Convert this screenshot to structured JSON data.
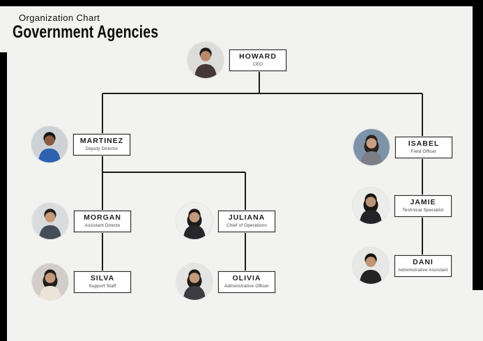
{
  "header": {
    "eyebrow": "Organization Chart",
    "title": "Government Agencies"
  },
  "colors": {
    "background": "#f2f2f0",
    "frame": "#000000",
    "connector": "#1a1a1a",
    "box_border": "#2e2e2e"
  },
  "nodes": [
    {
      "name": "HOWARD",
      "title": "CEO",
      "reports_to": null,
      "avatar": {
        "bg": "#dcdcda",
        "hair": "#1e1a18",
        "skin": "#b98a68",
        "suit": "#463836",
        "long_hair": "0"
      }
    },
    {
      "name": "MARTINEZ",
      "title": "Deputy Director",
      "reports_to": "HOWARD",
      "avatar": {
        "bg": "#cdd2d6",
        "hair": "#141210",
        "skin": "#8a5c40",
        "suit": "#2e62b0",
        "long_hair": "0"
      }
    },
    {
      "name": "ISABEL",
      "title": "Field Officer",
      "reports_to": "HOWARD",
      "avatar": {
        "bg": "#7e93a8",
        "hair": "#2b2320",
        "skin": "#c9a084",
        "suit": "#7a7e87",
        "long_hair": "1"
      }
    },
    {
      "name": "MORGAN",
      "title": "Assistant Directo",
      "reports_to": "MARTINEZ",
      "avatar": {
        "bg": "#d9dcde",
        "hair": "#23201d",
        "skin": "#c59a78",
        "suit": "#454d58",
        "long_hair": "0"
      }
    },
    {
      "name": "JULIANA",
      "title": "Chief of Operations",
      "reports_to": "MARTINEZ",
      "avatar": {
        "bg": "#efefed",
        "hair": "#1d1a18",
        "skin": "#c29a80",
        "suit": "#26262b",
        "long_hair": "1"
      }
    },
    {
      "name": "SILVA",
      "title": "Support Staff",
      "reports_to": "MORGAN",
      "avatar": {
        "bg": "#d2cdc8",
        "hair": "#241e1a",
        "skin": "#c49a7c",
        "suit": "#ece4d8",
        "long_hair": "1"
      }
    },
    {
      "name": "OLIVIA",
      "title": "Administrative Officer",
      "reports_to": "JULIANA",
      "avatar": {
        "bg": "#e4e4e2",
        "hair": "#221c18",
        "skin": "#c49a7c",
        "suit": "#3c3c44",
        "long_hair": "1"
      }
    },
    {
      "name": "JAMIE",
      "title": "Technical Specialist",
      "reports_to": "ISABEL",
      "avatar": {
        "bg": "#ececea",
        "hair": "#191512",
        "skin": "#bd9377",
        "suit": "#222227",
        "long_hair": "1"
      }
    },
    {
      "name": "DANI",
      "title": "Administrative Assistant",
      "reports_to": "JAMIE",
      "avatar": {
        "bg": "#e7e7e5",
        "hair": "#16130f",
        "skin": "#c09473",
        "suit": "#232326",
        "long_hair": "0"
      }
    }
  ]
}
